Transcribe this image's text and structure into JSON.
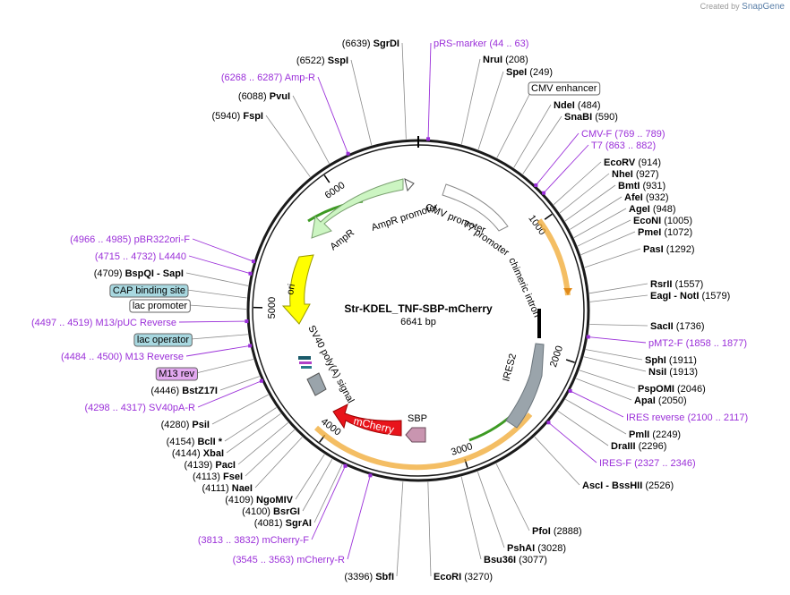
{
  "brand": {
    "created_by": "Created by",
    "name": "SnapGene"
  },
  "plasmid": {
    "name": "Str-KDEL_TNF-SBP-mCherry",
    "length": "6641 bp"
  },
  "ticks": [
    "1000",
    "2000",
    "3000",
    "4000",
    "5000",
    "6000"
  ],
  "labels": [
    {
      "kind": "enzyme",
      "pos": "(6639)",
      "name": "SgrDI"
    },
    {
      "kind": "primer",
      "name": "pRS-marker",
      "range": "(44 .. 63)"
    },
    {
      "kind": "enzyme",
      "name": "NruI",
      "pos": "(208)"
    },
    {
      "kind": "enzyme",
      "name": "SpeI",
      "pos": "(249)"
    },
    {
      "kind": "box",
      "name": "CMV enhancer"
    },
    {
      "kind": "enzyme",
      "name": "NdeI",
      "pos": "(484)"
    },
    {
      "kind": "enzyme",
      "name": "SnaBI",
      "pos": "(590)"
    },
    {
      "kind": "primer",
      "name": "CMV-F",
      "range": "(769 .. 789)"
    },
    {
      "kind": "primer",
      "name": "T7",
      "range": "(863 .. 882)"
    },
    {
      "kind": "enzyme",
      "name": "EcoRV",
      "pos": "(914)"
    },
    {
      "kind": "enzyme",
      "name": "NheI",
      "pos": "(927)"
    },
    {
      "kind": "enzyme",
      "name": "BmtI",
      "pos": "(931)"
    },
    {
      "kind": "enzyme",
      "name": "AfeI",
      "pos": "(932)"
    },
    {
      "kind": "enzyme",
      "name": "AgeI",
      "pos": "(948)"
    },
    {
      "kind": "enzyme",
      "name": "EcoNI",
      "pos": "(1005)"
    },
    {
      "kind": "enzyme",
      "name": "PmeI",
      "pos": "(1072)"
    },
    {
      "kind": "enzyme",
      "name": "PasI",
      "pos": "(1292)"
    },
    {
      "kind": "enzyme",
      "name": "RsrII",
      "pos": "(1557)"
    },
    {
      "kind": "enzyme",
      "name": "EagI - NotI",
      "pos": "(1579)"
    },
    {
      "kind": "enzyme",
      "name": "SacII",
      "pos": "(1736)"
    },
    {
      "kind": "primer",
      "name": "pMT2-F",
      "range": "(1858 .. 1877)"
    },
    {
      "kind": "enzyme",
      "name": "SphI",
      "pos": "(1911)"
    },
    {
      "kind": "enzyme",
      "name": "NsiI",
      "pos": "(1913)"
    },
    {
      "kind": "enzyme",
      "name": "PspOMI",
      "pos": "(2046)"
    },
    {
      "kind": "enzyme",
      "name": "ApaI",
      "pos": "(2050)"
    },
    {
      "kind": "primer",
      "name": "IRES reverse",
      "range": "(2100 .. 2117)"
    },
    {
      "kind": "enzyme",
      "name": "PmlI",
      "pos": "(2249)"
    },
    {
      "kind": "enzyme",
      "name": "DraIII",
      "pos": "(2296)"
    },
    {
      "kind": "primer",
      "name": "IRES-F",
      "range": "(2327 .. 2346)"
    },
    {
      "kind": "enzyme",
      "name": "AscI - BssHII",
      "pos": "(2526)"
    },
    {
      "kind": "enzyme",
      "name": "PfoI",
      "pos": "(2888)"
    },
    {
      "kind": "enzyme",
      "name": "PshAI",
      "pos": "(3028)"
    },
    {
      "kind": "enzyme",
      "name": "Bsu36I",
      "pos": "(3077)"
    },
    {
      "kind": "enzyme",
      "name": "EcoRI",
      "pos": "(3270)"
    },
    {
      "kind": "enzyme",
      "pos": "(3396)",
      "name": "SbfI"
    },
    {
      "kind": "primer",
      "range": "(3545 .. 3563)",
      "name": "mCherry-R"
    },
    {
      "kind": "primer",
      "range": "(3813 .. 3832)",
      "name": "mCherry-F"
    },
    {
      "kind": "enzyme",
      "pos": "(4081)",
      "name": "SgrAI"
    },
    {
      "kind": "enzyme",
      "pos": "(4100)",
      "name": "BsrGI"
    },
    {
      "kind": "enzyme",
      "pos": "(4109)",
      "name": "NgoMIV"
    },
    {
      "kind": "enzyme",
      "pos": "(4111)",
      "name": "NaeI"
    },
    {
      "kind": "enzyme",
      "pos": "(4113)",
      "name": "FseI"
    },
    {
      "kind": "enzyme",
      "pos": "(4139)",
      "name": "PacI"
    },
    {
      "kind": "enzyme",
      "pos": "(4144)",
      "name": "XbaI"
    },
    {
      "kind": "enzyme",
      "pos": "(4154)",
      "name": "BclI *"
    },
    {
      "kind": "enzyme",
      "pos": "(4280)",
      "name": "PsiI"
    },
    {
      "kind": "primer",
      "range": "(4298 .. 4317)",
      "name": "SV40pA-R"
    },
    {
      "kind": "enzyme",
      "pos": "(4446)",
      "name": "BstZ17I"
    },
    {
      "kind": "box",
      "name": "M13 rev"
    },
    {
      "kind": "primer",
      "range": "(4484 .. 4500)",
      "name": "M13 Reverse"
    },
    {
      "kind": "box",
      "name": "lac operator"
    },
    {
      "kind": "primer",
      "range": "(4497 .. 4519)",
      "name": "M13/pUC Reverse"
    },
    {
      "kind": "box",
      "name": "lac promoter"
    },
    {
      "kind": "box",
      "name": "CAP binding site"
    },
    {
      "kind": "enzyme",
      "pos": "(4709)",
      "name": "BspQI - SapI"
    },
    {
      "kind": "primer",
      "range": "(4715 .. 4732)",
      "name": "L4440"
    },
    {
      "kind": "primer",
      "range": "(4966 .. 4985)",
      "name": "pBR322ori-F"
    },
    {
      "kind": "enzyme",
      "pos": "(5940)",
      "name": "FspI"
    },
    {
      "kind": "enzyme",
      "pos": "(6088)",
      "name": "PvuI"
    },
    {
      "kind": "primer",
      "range": "(6268 .. 6287)",
      "name": "Amp-R"
    },
    {
      "kind": "enzyme",
      "pos": "(6522)",
      "name": "SspI"
    }
  ],
  "features": {
    "cmv_promoter": "CMV promoter",
    "t7_promoter": "T7 promoter",
    "chimeric_intron": "chimeric intron",
    "ires2": "IRES2",
    "sbp": "SBP",
    "mcherry": "mCherry",
    "sv40_polya": "SV40 poly(A) signal",
    "ori": "ori",
    "ampr": "AmpR",
    "ampr_promoter": "AmpR promoter"
  },
  "colors": {
    "backbone": "#1a1a1a",
    "primer": "#9b30d9",
    "ampr": "#ccf5c2",
    "ori": "#ffff00",
    "mcherry": "#e8141b",
    "sbp": "#c995b0",
    "ires2": "#9aa4ab",
    "orange_arc": "#f0a830",
    "green_arc": "#3d9a23",
    "box_blue": "#a8d8e0",
    "box_purple": "#e2a8ef"
  }
}
